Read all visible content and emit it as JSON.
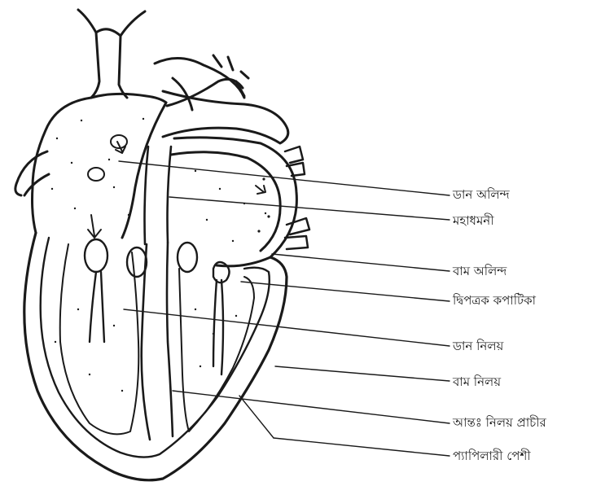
{
  "labels": {
    "right_atrium": "ডান অলিন্দ",
    "aorta": "মহাধমনী",
    "left_atrium": "বাম অলিন্দ",
    "bicuspid_valve": "দ্বিপত্রক কপাটিকা",
    "right_ventricle": "ডান নিলয়",
    "left_ventricle": "বাম নিলয়",
    "interventricular_septum": "আন্তঃ নিলয় প্রাচীর",
    "papillary_muscle": "প্যাপিলারী পেশী"
  }
}
